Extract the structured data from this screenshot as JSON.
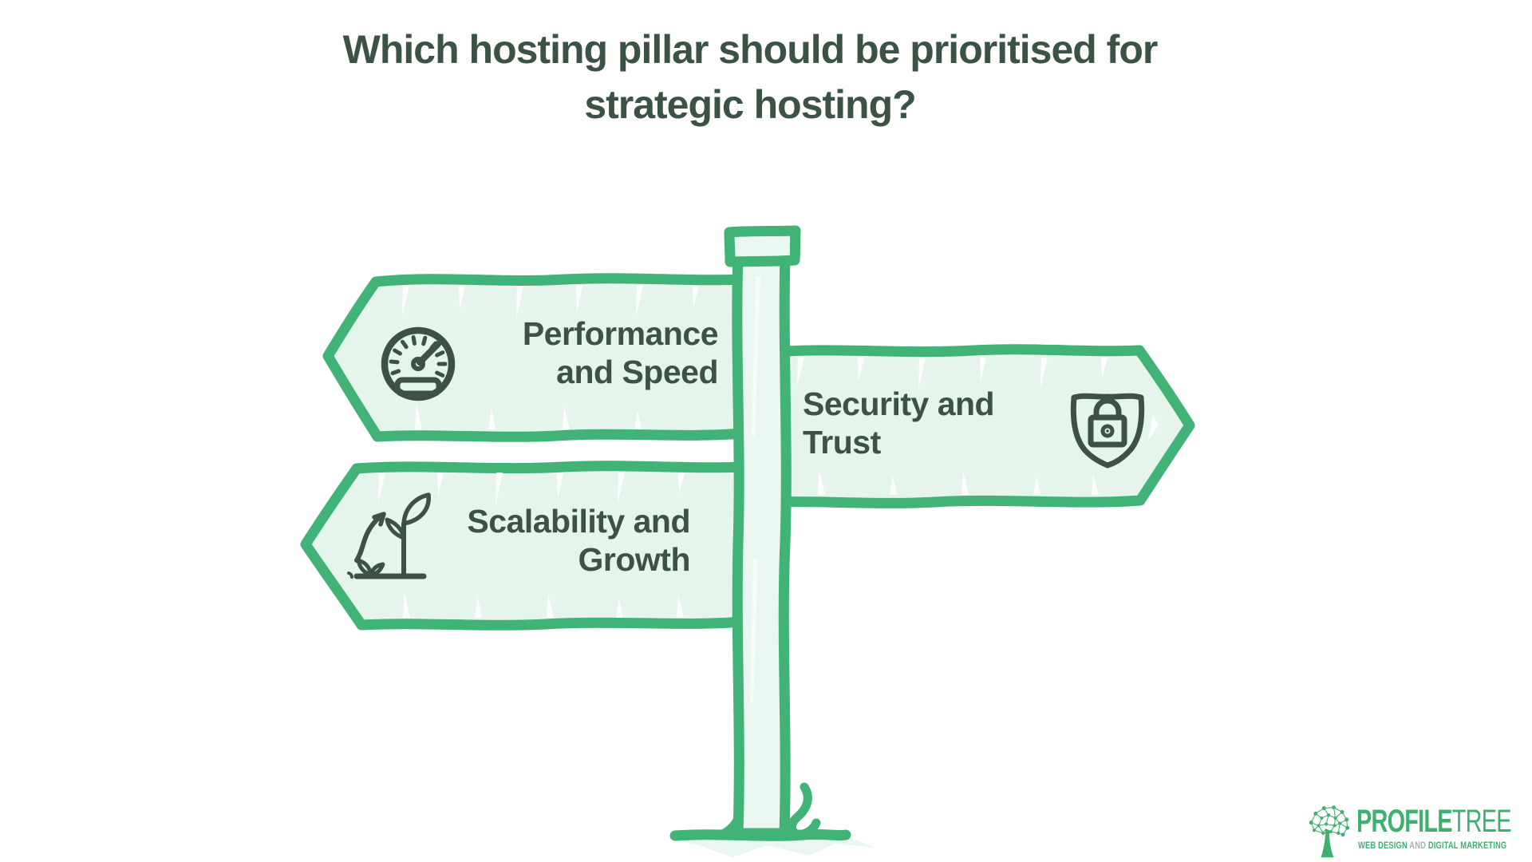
{
  "title": {
    "line1": "Which hosting pillar should be prioritised for",
    "line2": "strategic hosting?"
  },
  "signs": {
    "performance": {
      "line1": "Performance",
      "line2": "and Speed",
      "icon": "speedometer-icon",
      "direction": "left"
    },
    "security": {
      "line1": "Security and",
      "line2": "Trust",
      "icon": "shield-lock-icon",
      "direction": "right"
    },
    "scalability": {
      "line1": "Scalability and",
      "line2": "Growth",
      "icon": "growth-plant-icon",
      "direction": "left"
    }
  },
  "colors": {
    "accent_green": "#41b376",
    "sign_fill": "#e6f5ec",
    "pole_fill": "#e9f7f0",
    "text_dark": "#3d5147",
    "title_color": "#3a5345",
    "logo_green": "#3eb06f",
    "tagline_and_gray": "#a9b0ac",
    "shadow_fill": "#eaf7f1"
  },
  "logo": {
    "brand_bold": "PROFILE",
    "brand_light": "TREE",
    "tagline_web": "WEB DESIGN",
    "tagline_and": "AND",
    "tagline_marketing": "DIGITAL MARKETING"
  }
}
